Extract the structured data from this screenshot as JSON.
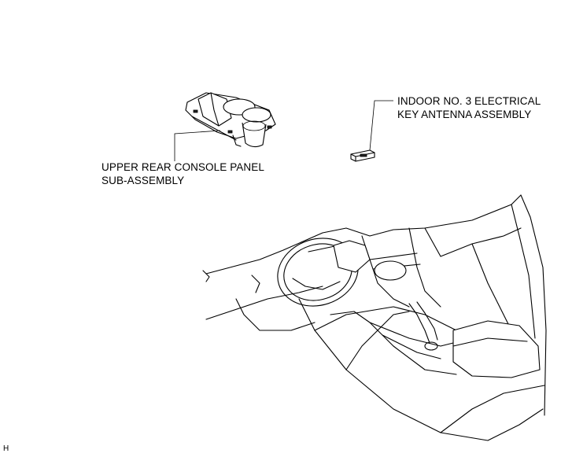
{
  "labels": {
    "console_panel": {
      "line1": "UPPER REAR CONSOLE PANEL",
      "line2": "SUB-ASSEMBLY"
    },
    "antenna": {
      "line1": "INDOOR NO. 3 ELECTRICAL",
      "line2": "KEY ANTENNA ASSEMBLY"
    }
  },
  "corner_mark": "H"
}
